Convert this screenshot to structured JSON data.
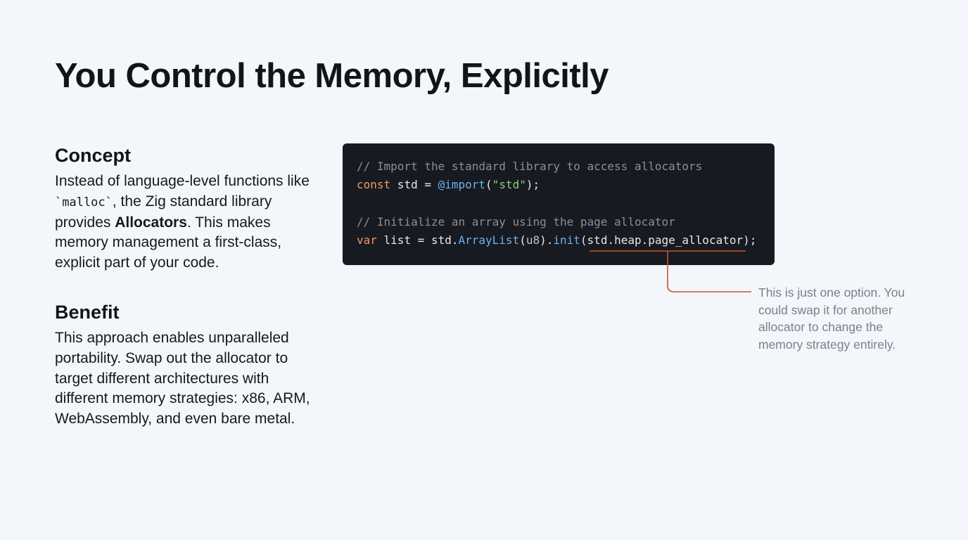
{
  "slide": {
    "title": "You Control the Memory, Explicitly"
  },
  "concept": {
    "heading": "Concept",
    "body_part1": "Instead of language-level functions like ",
    "inline_code": "`malloc`",
    "body_part2": ", the Zig standard library provides ",
    "bold": "Allocators",
    "body_part3": ". This makes memory management a first-class, explicit part of your code."
  },
  "benefit": {
    "heading": "Benefit",
    "body": "This approach enables unparalleled portability. Swap out the allocator to target different architectures with different memory strategies: x86, ARM, WebAssembly, and even bare metal."
  },
  "code": {
    "line1_comment": "// Import the standard library to access allocators",
    "line2": {
      "keyword": "const",
      "rest1": " std = ",
      "builtin": "@import",
      "paren_open": "(",
      "string": "\"std\"",
      "rest2": ");"
    },
    "line4_comment": "// Initialize an array using the page allocator",
    "line5": {
      "keyword": "var",
      "rest1": " list = std.",
      "type": "ArrayList",
      "paren_open": "(",
      "type_arg": "u8",
      "rest2": ").",
      "fn": "init",
      "paren_open2": "(",
      "highlight": "std.heap.page_allocator",
      "rest3": ");"
    }
  },
  "annotation": {
    "text": "This is just one option. You could swap it for another allocator to change the memory strategy entirely.",
    "line_color": "#c4552a"
  }
}
